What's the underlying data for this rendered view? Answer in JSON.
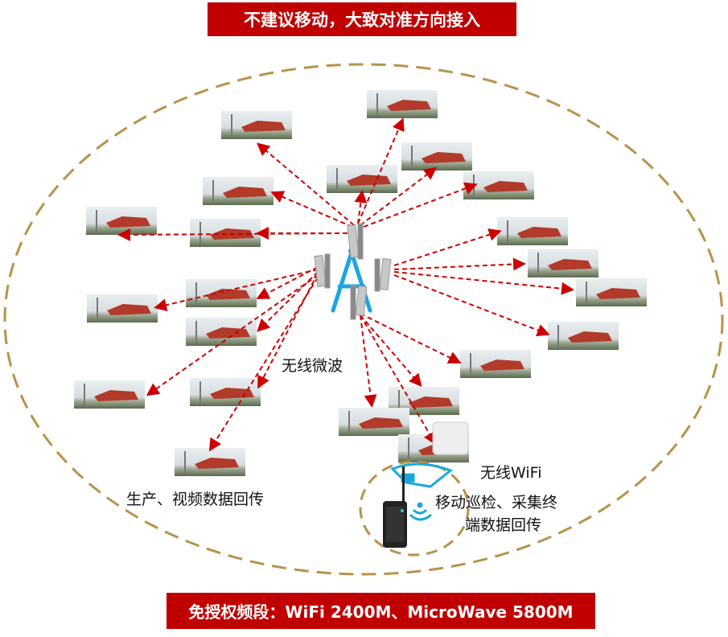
{
  "top_banner": "不建议移动，大致对准方向接入",
  "bottom_banner": "免授权频段：WiFi 2400M、MicroWave 5800M",
  "labels": {
    "microwave": "无线微波",
    "production": "生产、视频数据回传",
    "wifi": "无线WiFi",
    "mobile_line1": "移动巡检、采集终",
    "mobile_line2": "端数据回传"
  },
  "colors": {
    "banner": "#c00000",
    "arrow": "#cc0000",
    "ellipse": "#b8924a",
    "tower": "#1aa7e0"
  }
}
